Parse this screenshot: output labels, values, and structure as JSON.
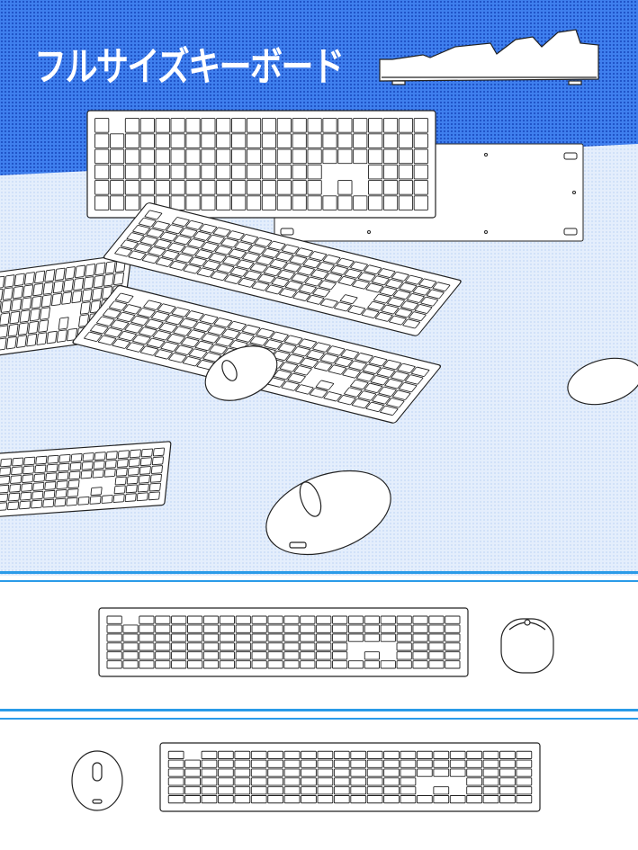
{
  "title": "フルサイズキーボード",
  "colors": {
    "dark_blue": "#2b67e0",
    "light_blue": "#dce8fa",
    "stripe_blue": "#2a9be8",
    "line": "#222222"
  },
  "icons": [
    "keyboard-top-view",
    "keyboard-side-view",
    "keyboard-bottom-plate",
    "keyboard-angled",
    "mouse"
  ]
}
